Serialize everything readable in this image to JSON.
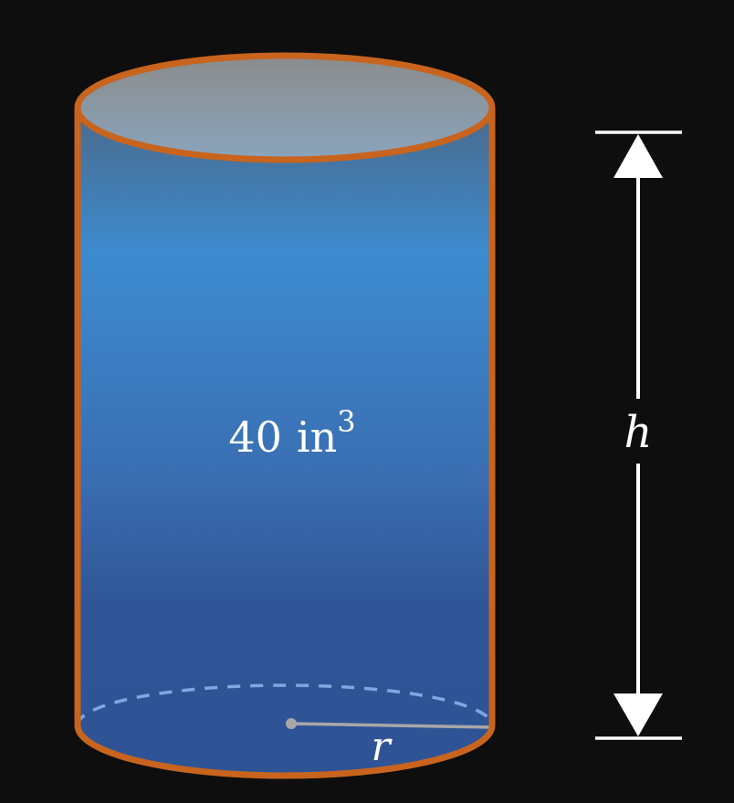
{
  "diagram": {
    "volume_value": "40",
    "volume_unit": "in",
    "volume_exponent": "3",
    "height_label": "h",
    "radius_label": "r"
  },
  "colors": {
    "background": "#0e0e0e",
    "outline": "#c8641e",
    "cylinder_top": "#4a6e92",
    "cylinder_mid": "#3d8bd0",
    "cylinder_bottom": "#2e5496",
    "top_face": "#8aa0b4",
    "dashed_edge": "#7fa8e0",
    "radius_line": "#a8a8a8",
    "arrow": "#ffffff"
  }
}
